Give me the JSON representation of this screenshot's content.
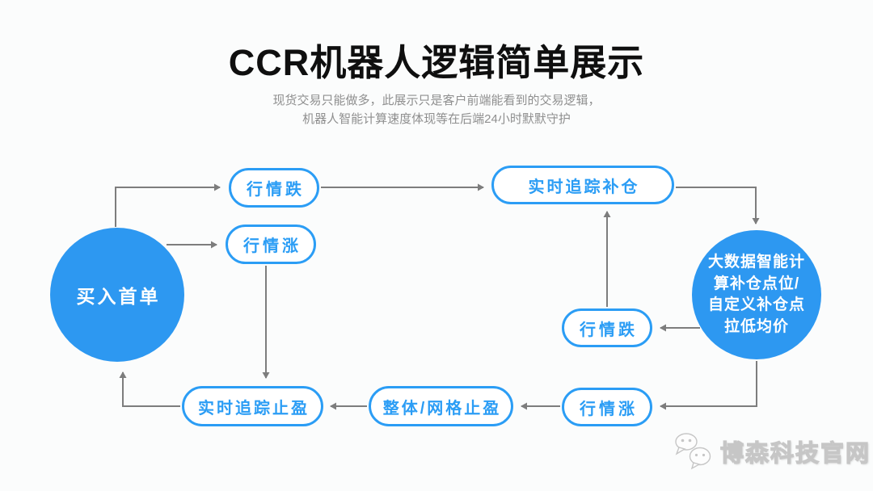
{
  "colors": {
    "bg": "#fbfcfc",
    "accent": "#2b9df5",
    "circle_fill": "#2d98f1",
    "node_bg": "#ffffff",
    "arrow": "#7d7d7d",
    "title": "#0f0f0f",
    "subtitle": "#8f8f8f",
    "wm": "#c6c6c6"
  },
  "header": {
    "title": "CCR机器人逻辑简单展示",
    "subtitle_line1": "现货交易只能做多，此展示只是客户前端能看到的交易逻辑，",
    "subtitle_line2": "机器人智能计算速度体现等在后端24小时默默守护"
  },
  "nodes": {
    "buy_first": {
      "label": "买入首单"
    },
    "fall_top": {
      "label": "行情跌"
    },
    "rise_top": {
      "label": "行情涨"
    },
    "track_replenish": {
      "label": "实时追踪补仓"
    },
    "fall_mid": {
      "label": "行情跌"
    },
    "bigdata": {
      "line1": "大数据智能计",
      "line2": "算补仓点位/",
      "line3": "自定义补仓点",
      "line4": "拉低均价"
    },
    "rise_bottom": {
      "label": "行情涨"
    },
    "grid_profit": {
      "label": "整体/网格止盈"
    },
    "track_profit": {
      "label": "实时追踪止盈"
    }
  },
  "edges": [
    {
      "from": "买入首单",
      "to": "行情跌(上)"
    },
    {
      "from": "买入首单",
      "to": "行情涨(上)"
    },
    {
      "from": "行情跌(上)",
      "to": "实时追踪补仓"
    },
    {
      "from": "行情涨(上)",
      "to": "实时追踪止盈"
    },
    {
      "from": "实时追踪补仓",
      "to": "大数据智能计算补仓点位/自定义补仓点拉低均价"
    },
    {
      "from": "行情跌(中)",
      "to": "实时追踪补仓"
    },
    {
      "from": "大数据智能计算补仓点位/自定义补仓点拉低均价",
      "to": "行情跌(中)"
    },
    {
      "from": "大数据智能计算补仓点位/自定义补仓点拉低均价",
      "to": "行情涨(下)"
    },
    {
      "from": "行情涨(下)",
      "to": "整体/网格止盈"
    },
    {
      "from": "整体/网格止盈",
      "to": "实时追踪止盈"
    },
    {
      "from": "实时追踪止盈",
      "to": "买入首单"
    }
  ],
  "watermark": {
    "icon": "wechat-icon",
    "text": "博森科技官网"
  }
}
